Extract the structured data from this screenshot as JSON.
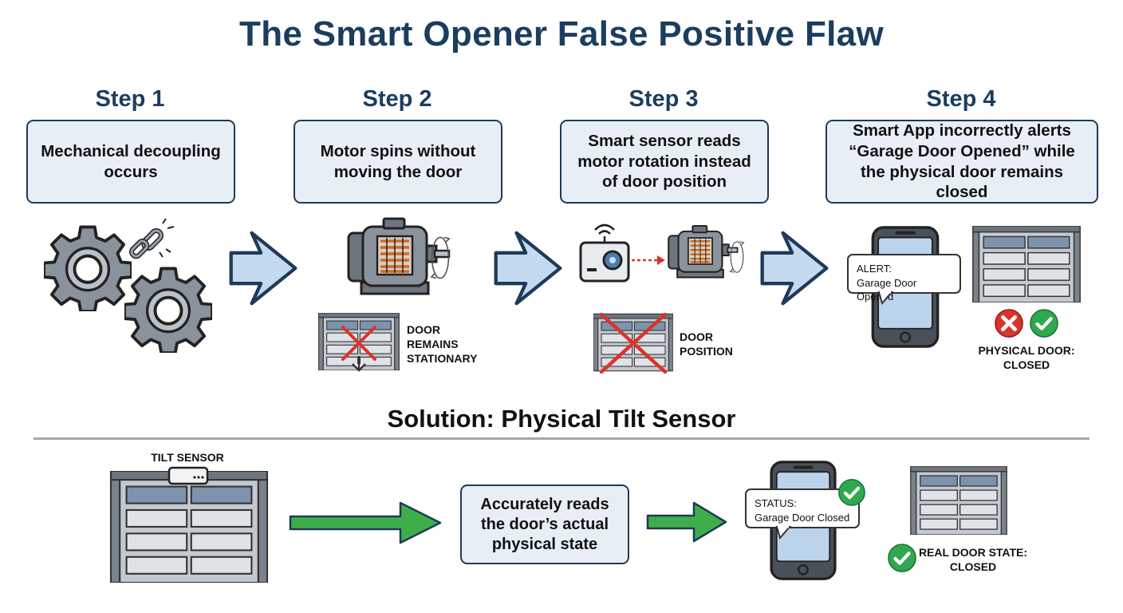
{
  "title": "The Smart Opener False Positive Flaw",
  "steps": [
    {
      "label": "Step 1",
      "text": "Mechanical decoupling occurs"
    },
    {
      "label": "Step 2",
      "text": "Motor spins without moving the door"
    },
    {
      "label": "Step 3",
      "text": "Smart sensor reads motor rotation instead of door position"
    },
    {
      "label": "Step 4",
      "text": "Smart App incorrectly alerts “Garage Door Opened” while the physical door remains closed"
    }
  ],
  "step2_caption": "DOOR REMAINS STATIONARY",
  "step3_caption": "DOOR POSITION",
  "step4": {
    "alert_title": "ALERT:",
    "alert_message": "Garage Door Opened",
    "caption": "PHYSICAL DOOR: CLOSED"
  },
  "solution": {
    "title": "Solution: Physical Tilt Sensor",
    "sensor_label": "TILT SENSOR",
    "box_text": "Accurately reads the door’s actual physical state",
    "status_title": "STATUS:",
    "status_message": "Garage Door Closed",
    "caption": "REAL DOOR STATE: CLOSED"
  },
  "colors": {
    "title": "#1b3d5f",
    "box_fill": "#e8eef5",
    "box_border": "#1e3a58",
    "arrow_blue": "#c4daf0",
    "arrow_green": "#3fae4a",
    "error_red": "#d9342b",
    "ok_green": "#2fa84f"
  }
}
